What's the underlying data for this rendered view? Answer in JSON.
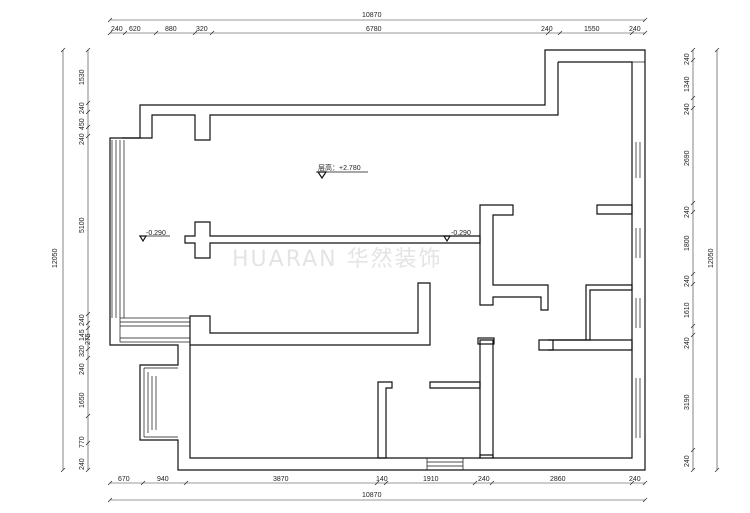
{
  "top_dims": {
    "total": "10870",
    "segments": [
      "240",
      "620",
      "880",
      "320",
      "6780",
      "240",
      "1550",
      "240"
    ]
  },
  "bottom_dims": {
    "total": "10870",
    "segments": [
      "670",
      "940",
      "3870",
      "140",
      "1910",
      "240",
      "2860",
      "240"
    ]
  },
  "left_dims": {
    "total": "12050",
    "segments": [
      "1530",
      "240",
      "450",
      "240",
      "5100",
      "240",
      "145",
      "275",
      "320",
      "240",
      "1650",
      "770",
      "240"
    ]
  },
  "right_dims": {
    "total": "12050",
    "segments": [
      "240",
      "1340",
      "240",
      "2690",
      "240",
      "1800",
      "240",
      "1610",
      "240",
      "3190",
      "240"
    ]
  },
  "elevations": {
    "main": "层高：+2.780",
    "left": "-0.290",
    "center": "-0.290"
  },
  "watermark": "HUARAN 华然装饰"
}
